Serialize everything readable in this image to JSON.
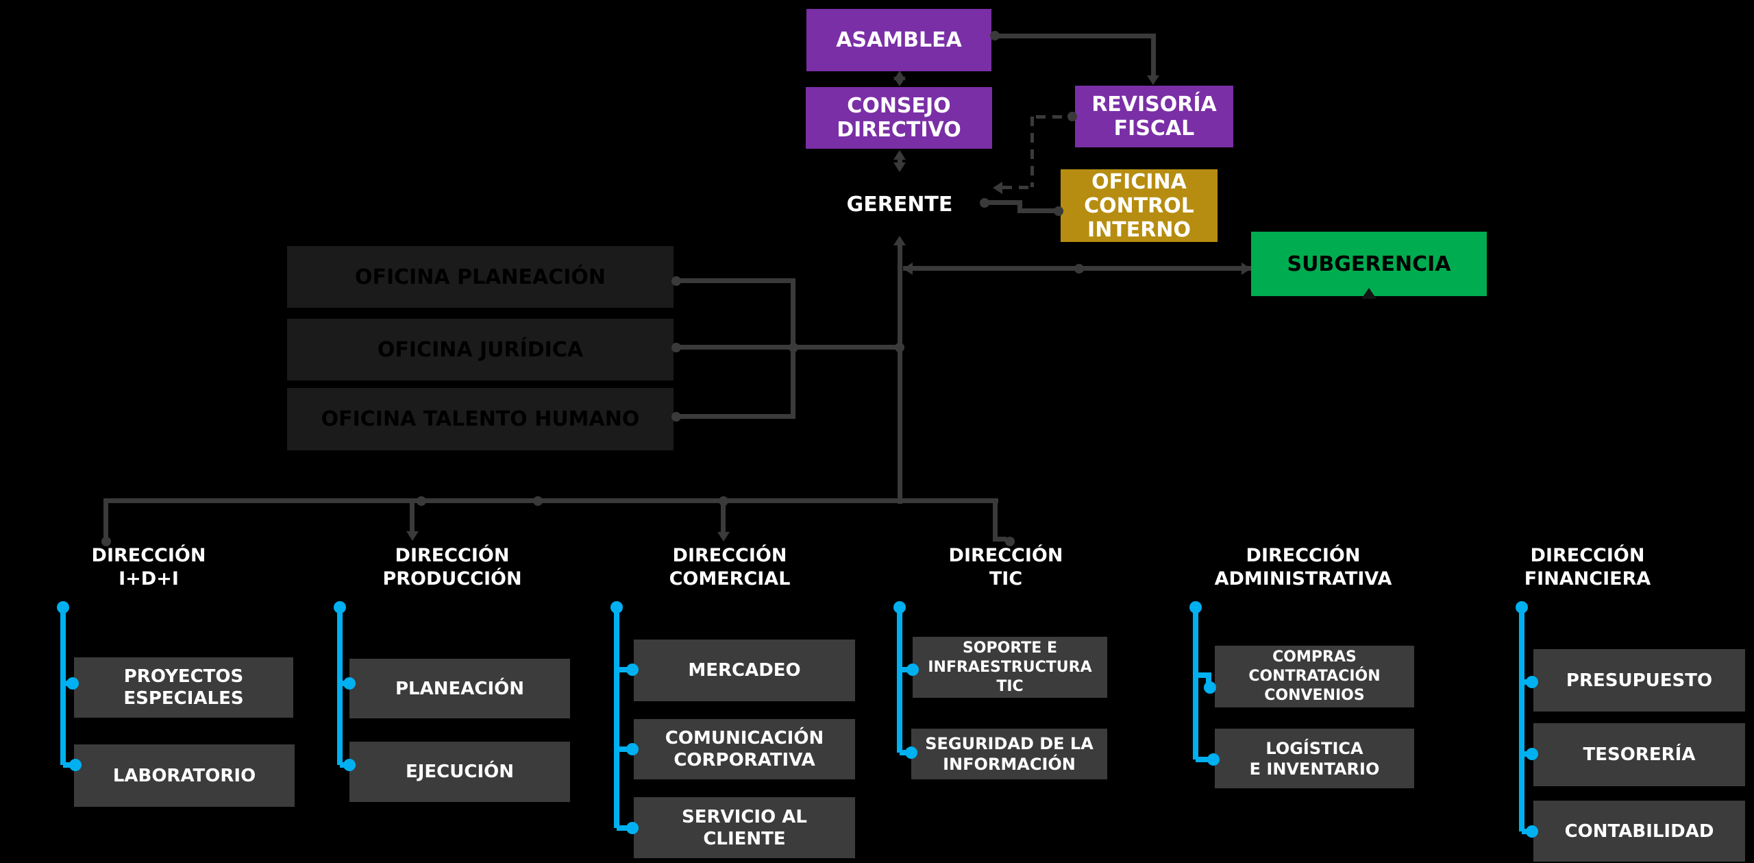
{
  "colors": {
    "background": "#000000",
    "purple": "#7A2FA6",
    "gold": "#B68D10",
    "green": "#00AC50",
    "office_box": "#1B1B1B",
    "unit_box": "#3C3C3C",
    "connector": "#3A3A3A",
    "cyan": "#00B0F0",
    "text_light": "#FFFFFF",
    "text_dark": "#000000"
  },
  "nodes": {
    "asamblea": "ASAMBLEA",
    "consejo_directivo": "CONSEJO\nDIRECTIVO",
    "revisoria_fiscal": "REVISORÍA\nFISCAL",
    "gerente": "GERENTE",
    "oficina_control_interno": "OFICINA\nCONTROL\nINTERNO",
    "subgerencia": "SUBGERENCIA"
  },
  "staff_offices": [
    "OFICINA PLANEACIÓN",
    "OFICINA JURÍDICA",
    "OFICINA TALENTO HUMANO"
  ],
  "directions": [
    {
      "name": "DIRECCIÓN\nI+D+I",
      "units": [
        "PROYECTOS\nESPECIALES",
        "LABORATORIO"
      ]
    },
    {
      "name": "DIRECCIÓN\nPRODUCCIÓN",
      "units": [
        "PLANEACIÓN",
        "EJECUCIÓN"
      ]
    },
    {
      "name": "DIRECCIÓN\nCOMERCIAL",
      "units": [
        "MERCADEO",
        "COMUNICACIÓN\nCORPORATIVA",
        "SERVICIO AL\nCLIENTE"
      ]
    },
    {
      "name": "DIRECCIÓN\nTIC",
      "units": [
        "SOPORTE E\nINFRAESTRUCTURA\nTIC",
        "SEGURIDAD DE LA\nINFORMACIÓN"
      ]
    },
    {
      "name": "DIRECCIÓN\nADMINISTRATIVA",
      "units": [
        "COMPRAS\nCONTRATACIÓN\nCONVENIOS",
        "LOGÍSTICA\nE INVENTARIO"
      ]
    },
    {
      "name": "DIRECCIÓN\nFINANCIERA",
      "units": [
        "PRESUPUESTO",
        "TESORERÍA",
        "CONTABILIDAD"
      ]
    }
  ]
}
